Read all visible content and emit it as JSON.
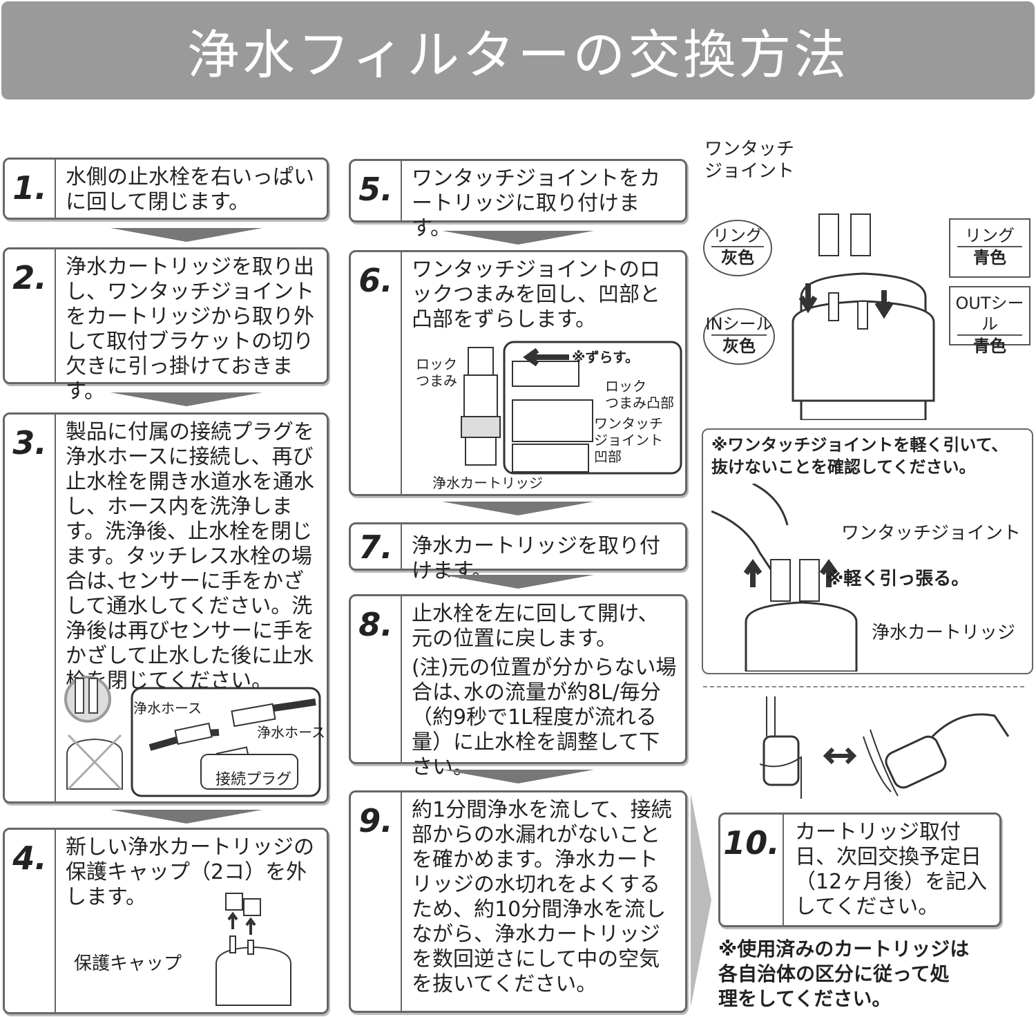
{
  "title": "浄水フィルターの交換方法",
  "steps": [
    {
      "num": "1.",
      "text": "水側の止水栓を右いっぱいに回して閉じます。"
    },
    {
      "num": "2.",
      "text": "浄水カートリッジを取り出し、ワンタッチジョイントをカートリッジから取り外して取付ブラケットの切り欠きに引っ掛けておきます。"
    },
    {
      "num": "3.",
      "text": "製品に付属の接続プラグを浄水ホースに接続し、再び止水栓を開き水道水を通水し、ホース内を洗浄します。洗浄後、止水栓を閉じます。タッチレス水栓の場合は､センサーに手をかざして通水してください。洗浄後は再びセンサーに手をかざして止水した後に止水栓を閉じてください。"
    },
    {
      "num": "4.",
      "text": "新しい浄水カートリッジの保護キャップ（2コ）を外します。"
    },
    {
      "num": "5.",
      "text": "ワンタッチジョイントをカートリッジに取り付けます。"
    },
    {
      "num": "6.",
      "text": "ワンタッチジョイントのロックつまみを回し、凹部と凸部をずらします。"
    },
    {
      "num": "7.",
      "text": "浄水カートリッジを取り付けます。"
    },
    {
      "num": "8.",
      "text": "止水栓を左に回して開け、元の位置に戻します。",
      "note": "(注)元の位置が分からない場合は､水の流量が約8L/毎分（約9秒で1L程度が流れる量）に止水栓を調整して下さい。"
    },
    {
      "num": "9.",
      "text": "約1分間浄水を流して、接続部からの水漏れがないことを確かめます。浄水カートリッジの水切れをよくするため、約10分間浄水を流しながら、浄水カートリッジを数回逆さにして中の空気を抜いてください。"
    },
    {
      "num": "10.",
      "text": "カートリッジ取付日、次回交換予定日（12ヶ月後）を記入してください。"
    }
  ],
  "labels": {
    "s3_hose1": "浄水ホース",
    "s3_hose2": "浄水ホース",
    "s3_plug": "接続プラグ",
    "s4_cap": "保護キャップ",
    "s6_lock": "ロック\nつまみ",
    "s6_shift": "※ずらす。",
    "s6_convex": "ロック\nつまみ凸部",
    "s6_concave": "ワンタッチ\nジョイント\n凹部",
    "s6_cart": "浄水カートリッジ",
    "r_joint": "ワンタッチ\nジョイント",
    "r_ring_gray_1": "リング",
    "r_ring_gray_2": "灰色",
    "r_ring_blue_1": "リング",
    "r_ring_blue_2": "青色",
    "r_in_1": "INシール",
    "r_in_2": "灰色",
    "r_out_1": "OUTシール",
    "r_out_2": "青色",
    "r_check": "※ワンタッチジョイントを軽く引いて、\n抜けないことを確認してください。",
    "r_joint2": "ワンタッチジョイント",
    "r_pull": "※軽く引っ張る。",
    "r_cart": "浄水カートリッジ",
    "disposal": "※使用済みのカートリッジは\n各自治体の区分に従って処\n理をしてください。"
  }
}
